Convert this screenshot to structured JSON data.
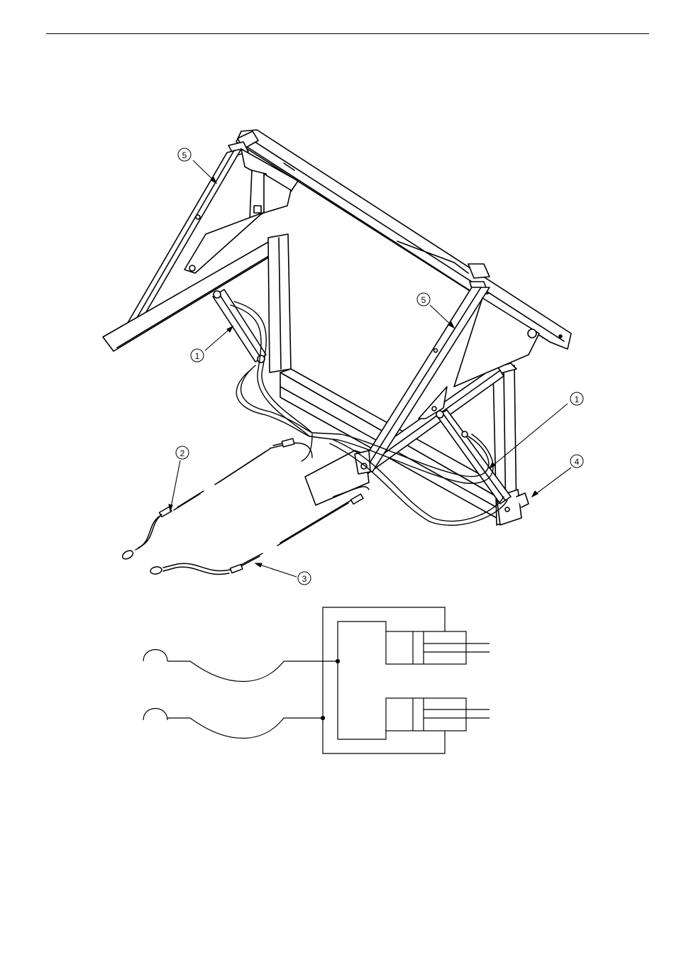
{
  "figure": {
    "callouts": [
      {
        "id": "c5a",
        "label": "5"
      },
      {
        "id": "c5b",
        "label": "5"
      },
      {
        "id": "c1a",
        "label": "1"
      },
      {
        "id": "c1b",
        "label": "1"
      },
      {
        "id": "c2",
        "label": "2"
      },
      {
        "id": "c3",
        "label": "3"
      },
      {
        "id": "c4",
        "label": "4"
      }
    ]
  }
}
